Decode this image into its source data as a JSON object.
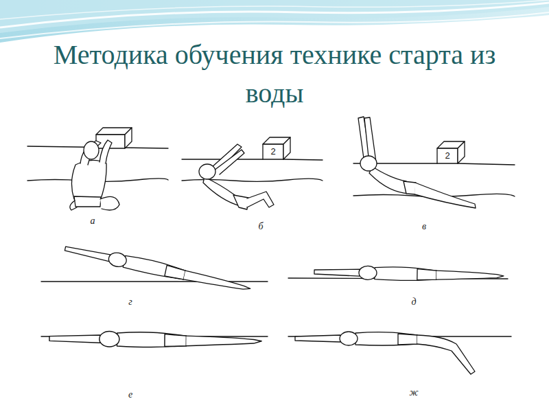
{
  "diagram": {
    "title": "Методика обучения технике старта из воды",
    "labels": [
      "а",
      "2",
      "б",
      "2",
      "в",
      "г",
      "д",
      "е",
      "ж"
    ]
  }
}
